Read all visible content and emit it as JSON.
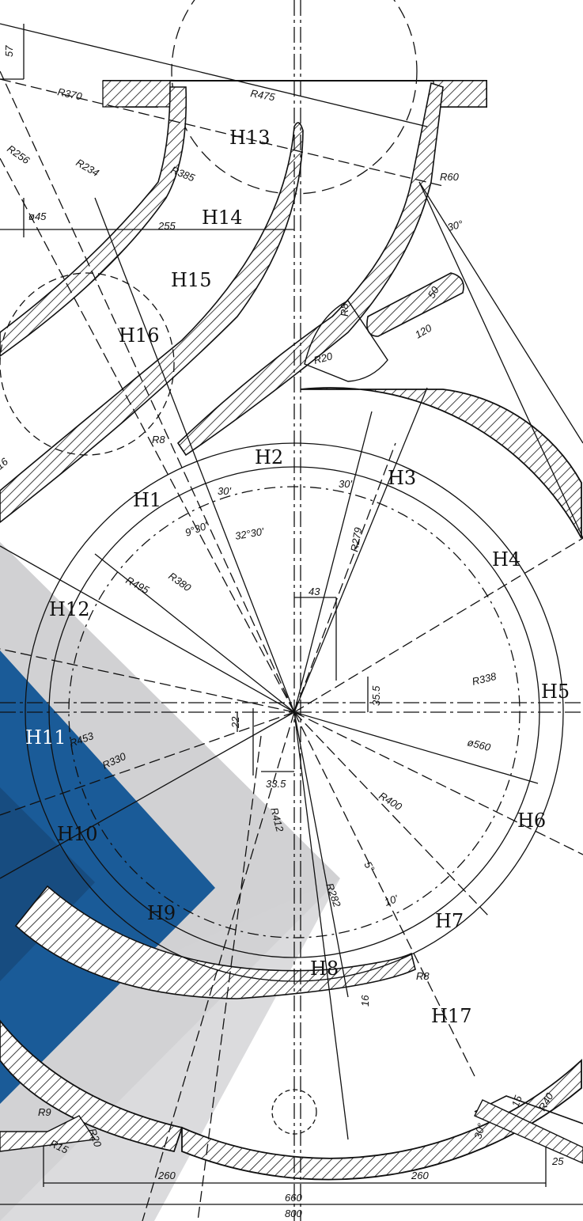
{
  "drawing": {
    "sections": [
      "H1",
      "H2",
      "H3",
      "H4",
      "H5",
      "H6",
      "H7",
      "H8",
      "H9",
      "H10",
      "H11",
      "H12",
      "H13",
      "H14",
      "H15",
      "H16",
      "H17"
    ],
    "dimensions": {
      "d57": "57",
      "r370": "R370",
      "r475": "R475",
      "r256": "R256",
      "r234": "R234",
      "r385": "R385",
      "r60": "R60",
      "d45": "ø45",
      "d255": "255",
      "a30_top": "30°",
      "r8_a": "R8",
      "d120": "120",
      "r20_a": "R20",
      "d50": "50",
      "r8_b": "R8",
      "d16_left": "16",
      "a30_a": "30'",
      "a30_b": "30'",
      "a9_30": "9°30'",
      "a32_30": "32°30'",
      "r279": "R279",
      "r495": "R495",
      "r380": "R380",
      "d43": "43",
      "d35_5": "35.5",
      "r338": "R338",
      "d22": "22",
      "r453": "R453",
      "r330": "R330",
      "d33_5": "33.5",
      "d560": "ø560",
      "r412": "R412",
      "r400": "R400",
      "a5": "5°",
      "a10": "10'",
      "r282": "R282",
      "r8_c": "R8",
      "d16_b": "16",
      "r9": "R9",
      "r15_a": "R15",
      "r20_b": "R20",
      "d15_b": "15",
      "r40": "R40",
      "a30_br": "30°",
      "d25": "25",
      "d260_l": "260",
      "d260_r": "260",
      "d660": "660",
      "d800": "800"
    }
  },
  "colors": {
    "line": "#111111",
    "grey_band": "#c9c9cb",
    "blue": "#1a5b98",
    "blue_dark": "#174c80"
  }
}
